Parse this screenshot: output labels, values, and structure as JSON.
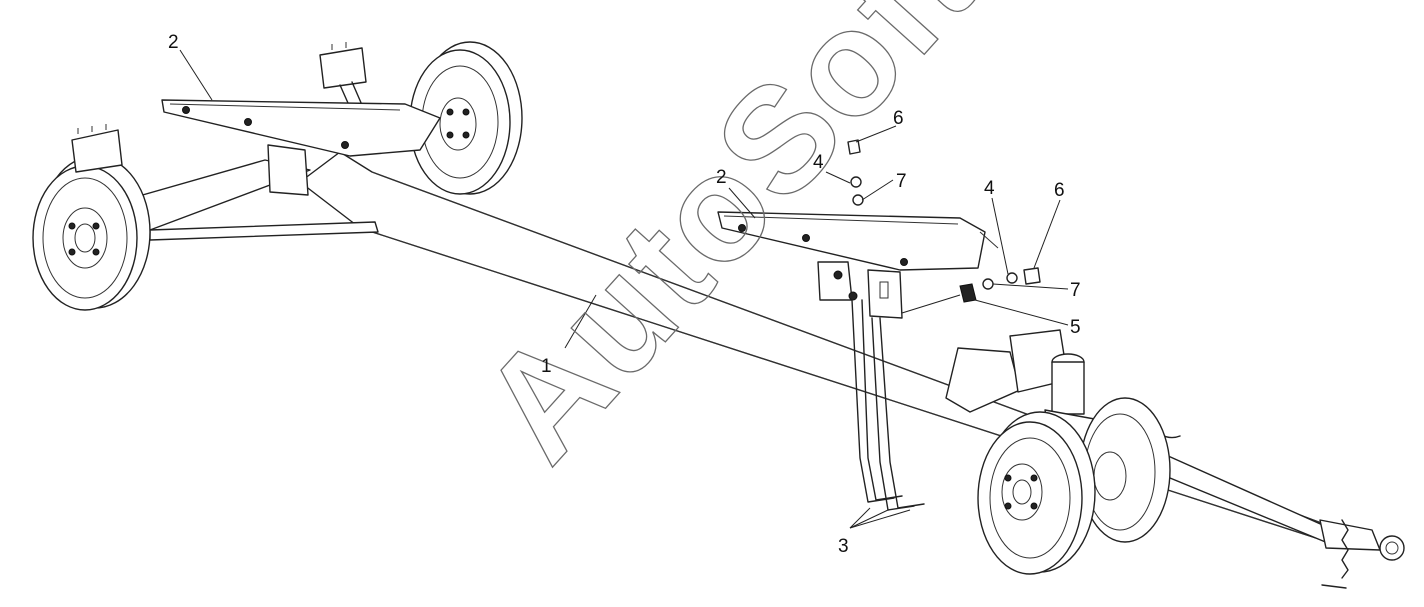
{
  "diagram": {
    "callouts": [
      {
        "id": "c2a",
        "text": "2"
      },
      {
        "id": "c6a",
        "text": "6"
      },
      {
        "id": "c4a",
        "text": "4"
      },
      {
        "id": "c7a",
        "text": "7"
      },
      {
        "id": "c2b",
        "text": "2"
      },
      {
        "id": "c4b",
        "text": "4"
      },
      {
        "id": "c6b",
        "text": "6"
      },
      {
        "id": "c7b",
        "text": "7"
      },
      {
        "id": "c5",
        "text": "5"
      },
      {
        "id": "c1",
        "text": "1"
      },
      {
        "id": "c3",
        "text": "3"
      }
    ],
    "watermark": "AutoSoft"
  }
}
